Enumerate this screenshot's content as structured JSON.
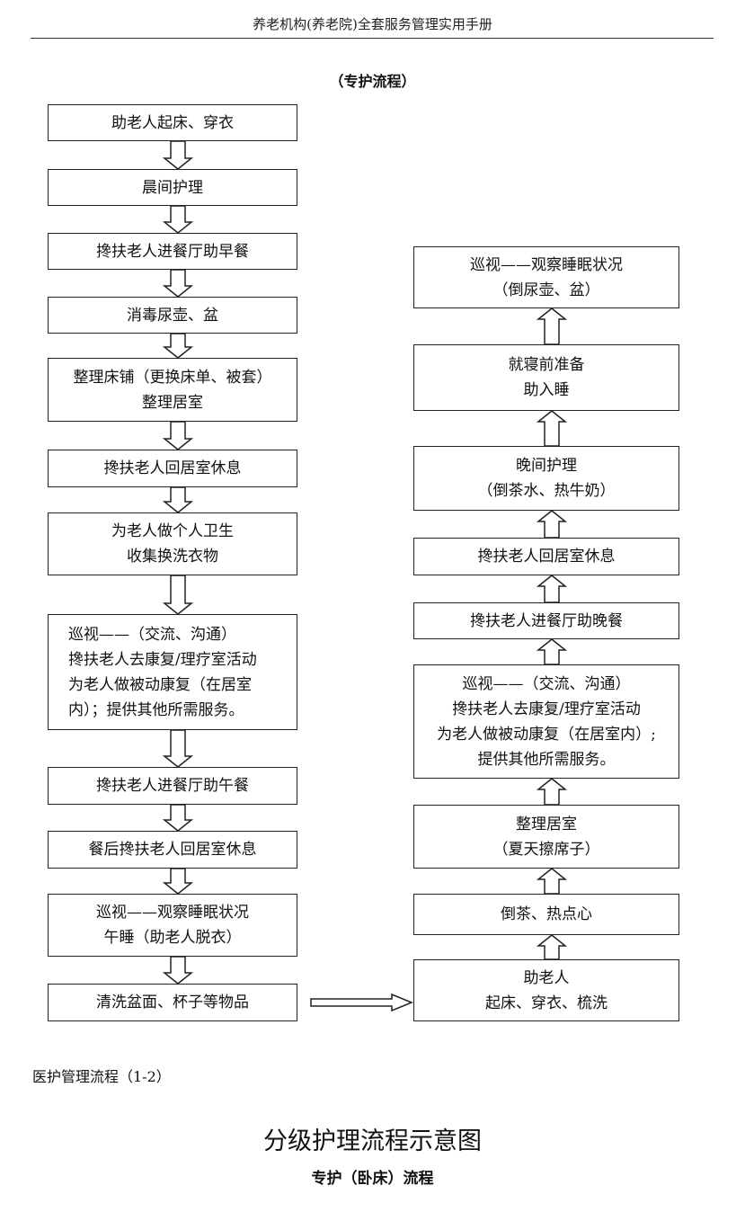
{
  "header": "养老机构(养老院)全套服务管理实用手册",
  "flow_title": "（专护流程）",
  "left_steps": [
    [
      "助老人起床、穿衣"
    ],
    [
      "晨间护理"
    ],
    [
      "搀扶老人进餐厅助早餐"
    ],
    [
      "消毒尿壶、盆"
    ],
    [
      "整理床铺（更换床单、被套）",
      "整理居室"
    ],
    [
      "搀扶老人回居室休息"
    ],
    [
      "为老人做个人卫生",
      "收集换洗衣物"
    ],
    [
      "巡视——（交流、沟通）",
      "搀扶老人去康复/理疗室活动",
      "为老人做被动康复（在居室",
      "内）；提供其他所需服务。"
    ],
    [
      "搀扶老人进餐厅助午餐"
    ],
    [
      "餐后搀扶老人回居室休息"
    ],
    [
      "巡视——观察睡眠状况",
      "午睡（助老人脱衣）"
    ],
    [
      "清洗盆面、杯子等物品"
    ]
  ],
  "right_steps": [
    [
      "巡视——观察睡眠状况",
      "（倒尿壶、盆）"
    ],
    [
      "就寝前准备",
      "助入睡"
    ],
    [
      "晚间护理",
      "（倒茶水、热牛奶）"
    ],
    [
      "搀扶老人回居室休息"
    ],
    [
      "搀扶老人进餐厅助晚餐"
    ],
    [
      "巡视——（交流、沟通）",
      "搀扶老人去康复/理疗室活动",
      "为老人做被动康复（在居室内）;",
      "提供其他所需服务。"
    ],
    [
      "整理居室",
      "（夏天擦席子）"
    ],
    [
      "倒茶、热点心"
    ],
    [
      "助老人",
      "起床、穿衣、梳洗"
    ]
  ],
  "footnote": "医护管理流程（1-2）",
  "big_title": "分级护理流程示意图",
  "small_title": "专护（卧床）流程"
}
